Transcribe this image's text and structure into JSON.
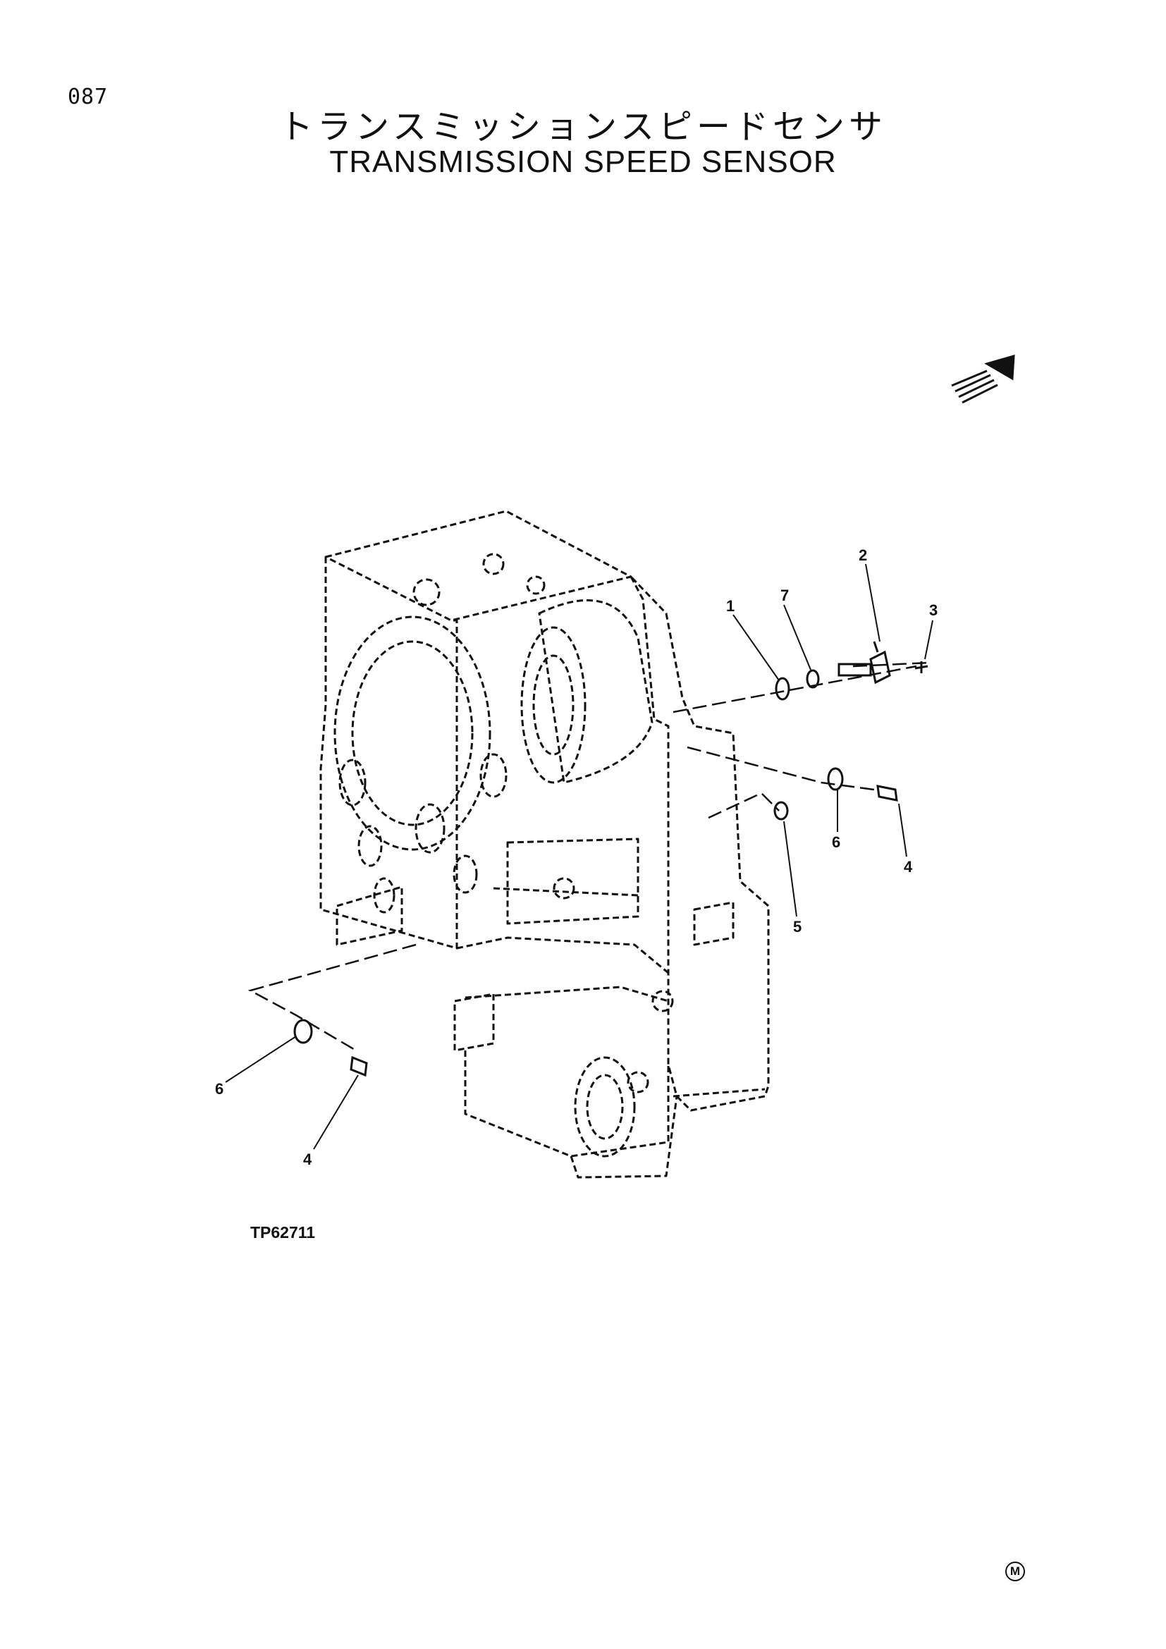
{
  "page": {
    "number": "087",
    "title_ja": "トランスミッションスピードセンサ",
    "title_en": "TRANSMISSION SPEED SENSOR",
    "figure_code": "TP62711",
    "corner_mark": "M"
  },
  "callouts": {
    "c1": "1",
    "c2": "2",
    "c3": "3",
    "c4_right": "4",
    "c4_left": "4",
    "c5": "5",
    "c6_right": "6",
    "c6_left": "6",
    "c7": "7"
  },
  "icons": {
    "direction": "front-direction-arrow-icon"
  },
  "colors": {
    "ink": "#111111",
    "paper": "#ffffff"
  }
}
